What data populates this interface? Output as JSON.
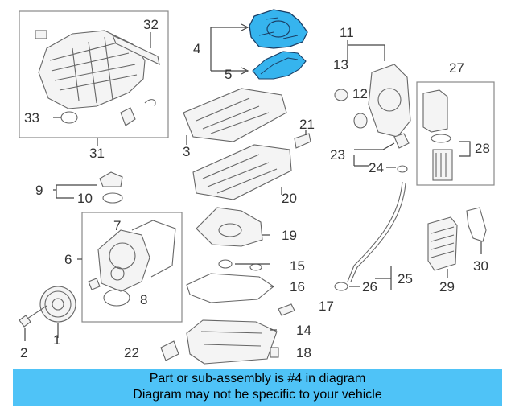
{
  "callouts": {
    "n1": "1",
    "n2": "2",
    "n3": "3",
    "n4": "4",
    "n5": "5",
    "n6": "6",
    "n7": "7",
    "n8": "8",
    "n9": "9",
    "n10": "10",
    "n11": "11",
    "n12": "12",
    "n13": "13",
    "n14": "14",
    "n15": "15",
    "n16": "16",
    "n17": "17",
    "n18": "18",
    "n19": "19",
    "n20": "20",
    "n21": "21",
    "n22": "22",
    "n23": "23",
    "n24": "24",
    "n25": "25",
    "n26": "26",
    "n27": "27",
    "n28": "28",
    "n29": "29",
    "n30": "30",
    "n31": "31",
    "n32": "32",
    "n33": "33"
  },
  "highlight_color": "#36b4ee",
  "banner": {
    "line1": "Part or sub-assembly is #4 in diagram",
    "line2": "Diagram may not be specific to your vehicle",
    "color": "#4fc3f7"
  }
}
